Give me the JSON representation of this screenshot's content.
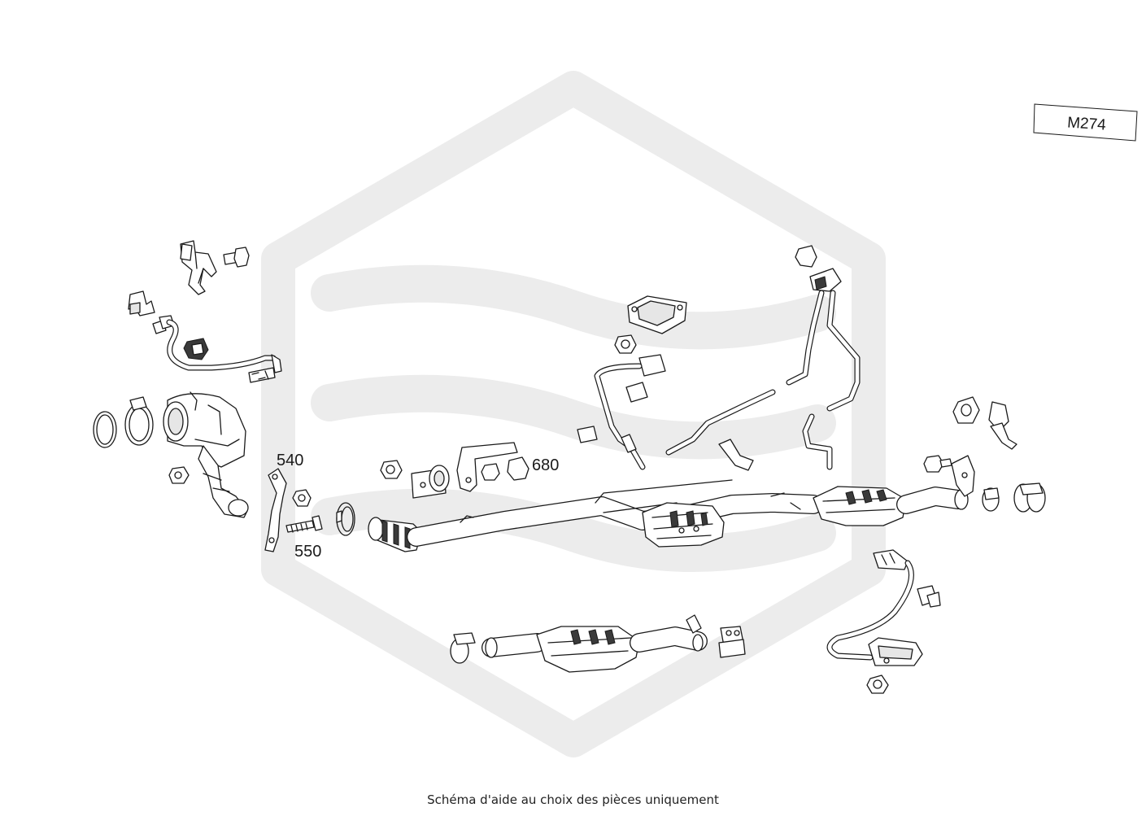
{
  "engine_code": "M274",
  "callouts": {
    "part_540": "540",
    "part_550": "550",
    "part_680": "680"
  },
  "footer_note": "Schéma d'aide au choix des pièces uniquement",
  "colors": {
    "background": "#ffffff",
    "watermark": "#ececec",
    "line_art": "#1a1a1a"
  }
}
